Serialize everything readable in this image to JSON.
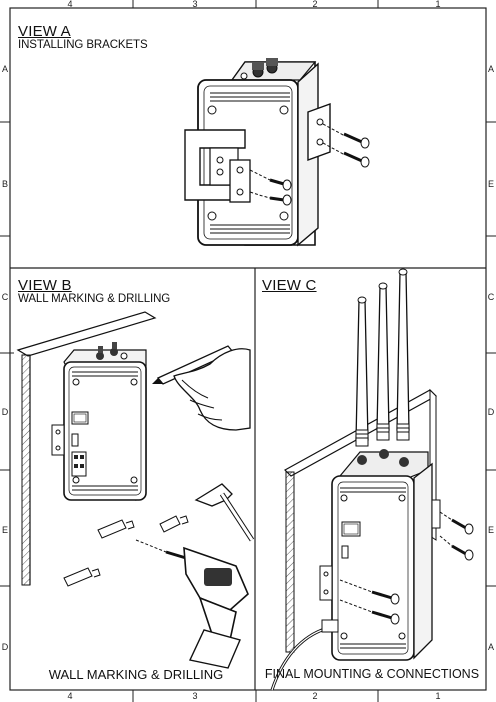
{
  "border": {
    "top_zones": [
      "4",
      "3",
      "2",
      "1"
    ],
    "bottom_zones": [
      "4",
      "3",
      "2",
      "1"
    ],
    "left_zones": [
      "A",
      "B",
      "C",
      "D",
      "E",
      "D"
    ],
    "right_zones": [
      "A",
      "E",
      "C",
      "D",
      "E",
      "A"
    ]
  },
  "view_a": {
    "title": "VIEW A",
    "subtitle": "INSTALLING BRACKETS"
  },
  "view_b": {
    "title": "VIEW B",
    "subtitle": "WALL MARKING & DRILLING",
    "caption": "WALL MARKING & DRILLING"
  },
  "view_c": {
    "title": "VIEW C",
    "caption": "FINAL MOUNTING & CONNECTIONS"
  }
}
